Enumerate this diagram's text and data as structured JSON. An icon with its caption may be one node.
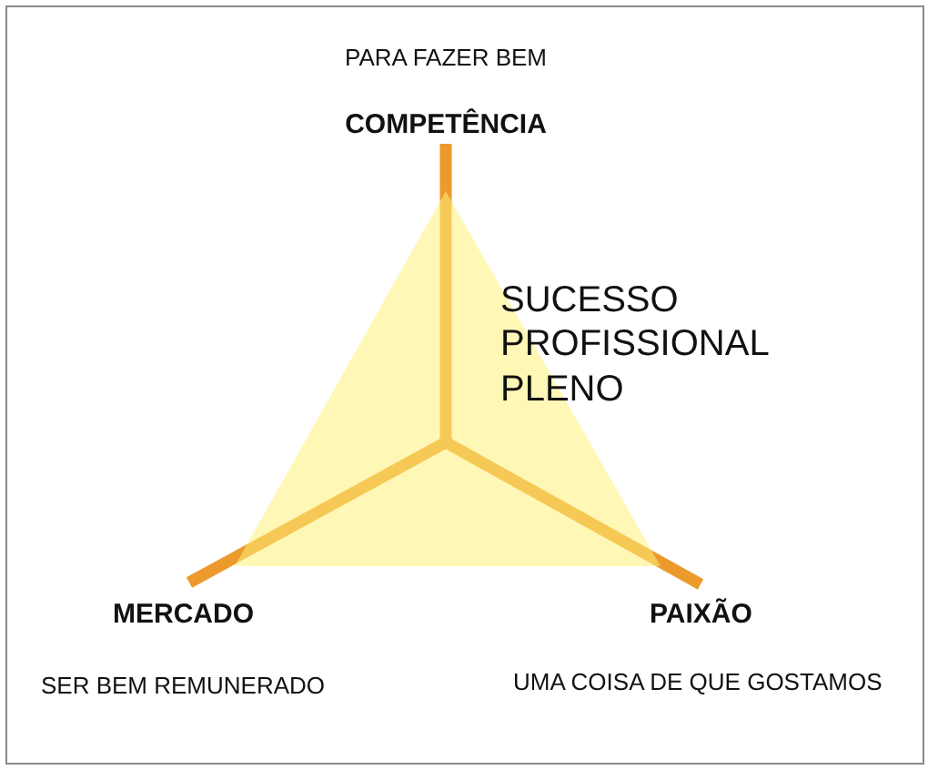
{
  "diagram": {
    "nodes": [
      {
        "text": [
          "COMPETÊNCIA"
        ],
        "beside": [
          "PARA FAZER BEM"
        ]
      },
      {
        "text": [
          "SUCESSO PROFISSIONAL PLENO"
        ]
      },
      {
        "text": [
          "MERCADO"
        ],
        "beside": [
          "SER BEM REMUNERADO"
        ]
      },
      {
        "text": [
          "PAIXÃO"
        ],
        "beside": [
          "UMA COISA DE QUE GOSTAMOS"
        ]
      }
    ],
    "edges": [
      {
        "from": 1,
        "to": 0,
        "arrow": "none"
      },
      {
        "from": 1,
        "to": 2,
        "arrow": "none"
      },
      {
        "from": 1,
        "to": 3,
        "arrow": "none"
      }
    ]
  }
}
